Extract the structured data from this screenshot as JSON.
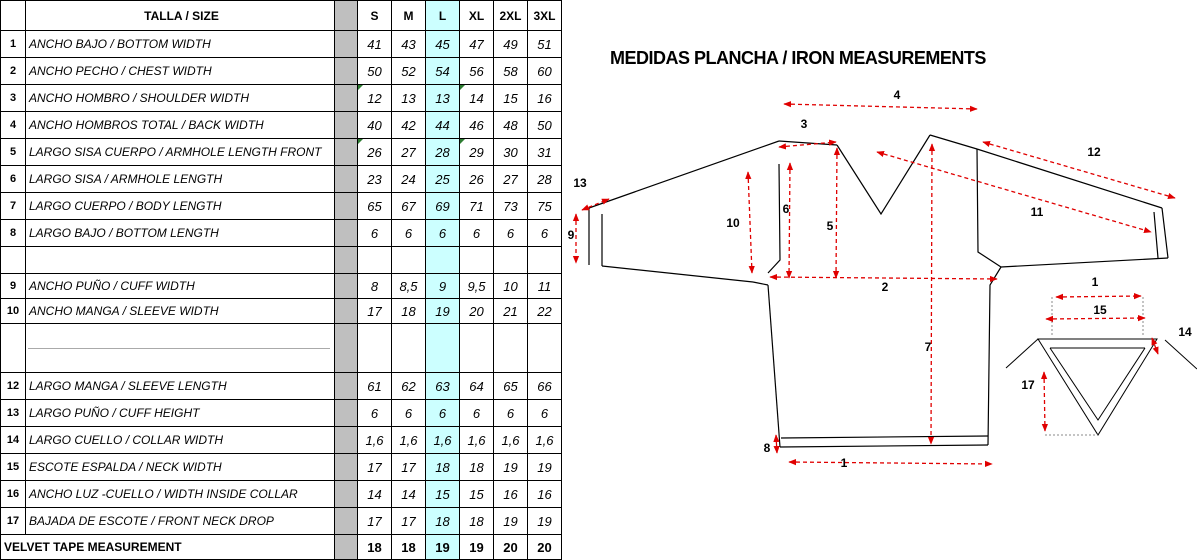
{
  "table": {
    "header": {
      "label": "TALLA / SIZE",
      "sizes": [
        "S",
        "M",
        "L",
        "XL",
        "2XL",
        "3XL"
      ]
    },
    "rows": [
      {
        "num": "1",
        "label": "ANCHO BAJO / BOTTOM WIDTH",
        "values": [
          "41",
          "43",
          "45",
          "47",
          "49",
          "51"
        ]
      },
      {
        "num": "2",
        "label": "ANCHO PECHO / CHEST WIDTH",
        "values": [
          "50",
          "52",
          "54",
          "56",
          "58",
          "60"
        ]
      },
      {
        "num": "3",
        "label": "ANCHO HOMBRO / SHOULDER WIDTH",
        "values": [
          "12",
          "13",
          "13",
          "14",
          "15",
          "16"
        ]
      },
      {
        "num": "4",
        "label": "ANCHO HOMBROS TOTAL / BACK WIDTH",
        "values": [
          "40",
          "42",
          "44",
          "46",
          "48",
          "50"
        ]
      },
      {
        "num": "5",
        "label": "LARGO SISA CUERPO / ARMHOLE LENGTH FRONT",
        "values": [
          "26",
          "27",
          "28",
          "29",
          "30",
          "31"
        ]
      },
      {
        "num": "6",
        "label": "LARGO SISA / ARMHOLE LENGTH",
        "values": [
          "23",
          "24",
          "25",
          "26",
          "27",
          "28"
        ]
      },
      {
        "num": "7",
        "label": "LARGO CUERPO / BODY LENGTH",
        "values": [
          "65",
          "67",
          "69",
          "71",
          "73",
          "75"
        ]
      },
      {
        "num": "8",
        "label": "LARGO BAJO / BOTTOM LENGTH",
        "values": [
          "6",
          "6",
          "6",
          "6",
          "6",
          "6"
        ]
      },
      {
        "num": "9",
        "label": "ANCHO PUÑO / CUFF WIDTH",
        "values": [
          "8",
          "8,5",
          "9",
          "9,5",
          "10",
          "11"
        ]
      },
      {
        "num": "10",
        "label": "ANCHO  MANGA /  SLEEVE WIDTH",
        "values": [
          "17",
          "18",
          "19",
          "20",
          "21",
          "22"
        ]
      },
      {
        "num": "12",
        "label": "LARGO MANGA / SLEEVE LENGTH",
        "values": [
          "61",
          "62",
          "63",
          "64",
          "65",
          "66"
        ]
      },
      {
        "num": "13",
        "label": "LARGO PUÑO / CUFF HEIGHT",
        "values": [
          "6",
          "6",
          "6",
          "6",
          "6",
          "6"
        ]
      },
      {
        "num": "14",
        "label": "LARGO CUELLO / COLLAR WIDTH",
        "values": [
          "1,6",
          "1,6",
          "1,6",
          "1,6",
          "1,6",
          "1,6"
        ]
      },
      {
        "num": "15",
        "label": " ESCOTE ESPALDA / NECK WIDTH",
        "values": [
          "17",
          "17",
          "18",
          "18",
          "19",
          "19"
        ]
      },
      {
        "num": "16",
        "label": "ANCHO LUZ -CUELLO / WIDTH INSIDE COLLAR",
        "values": [
          "14",
          "14",
          "15",
          "15",
          "16",
          "16"
        ]
      },
      {
        "num": "17",
        "label": "BAJADA DE ESCOTE / FRONT NECK DROP",
        "values": [
          "17",
          "17",
          "18",
          "18",
          "19",
          "19"
        ]
      }
    ],
    "footer": {
      "label": "VELVET TAPE  MEASUREMENT",
      "values": [
        "18",
        "18",
        "19",
        "19",
        "20",
        "20"
      ]
    }
  },
  "diagram": {
    "title": "MEDIDAS PLANCHA / IRON MEASUREMENTS",
    "labels": [
      "4",
      "3",
      "12",
      "13",
      "10",
      "6",
      "5",
      "11",
      "9",
      "2",
      "1",
      "15",
      "14",
      "7",
      "17",
      "8",
      "1"
    ],
    "accent_color": "#e00000"
  }
}
